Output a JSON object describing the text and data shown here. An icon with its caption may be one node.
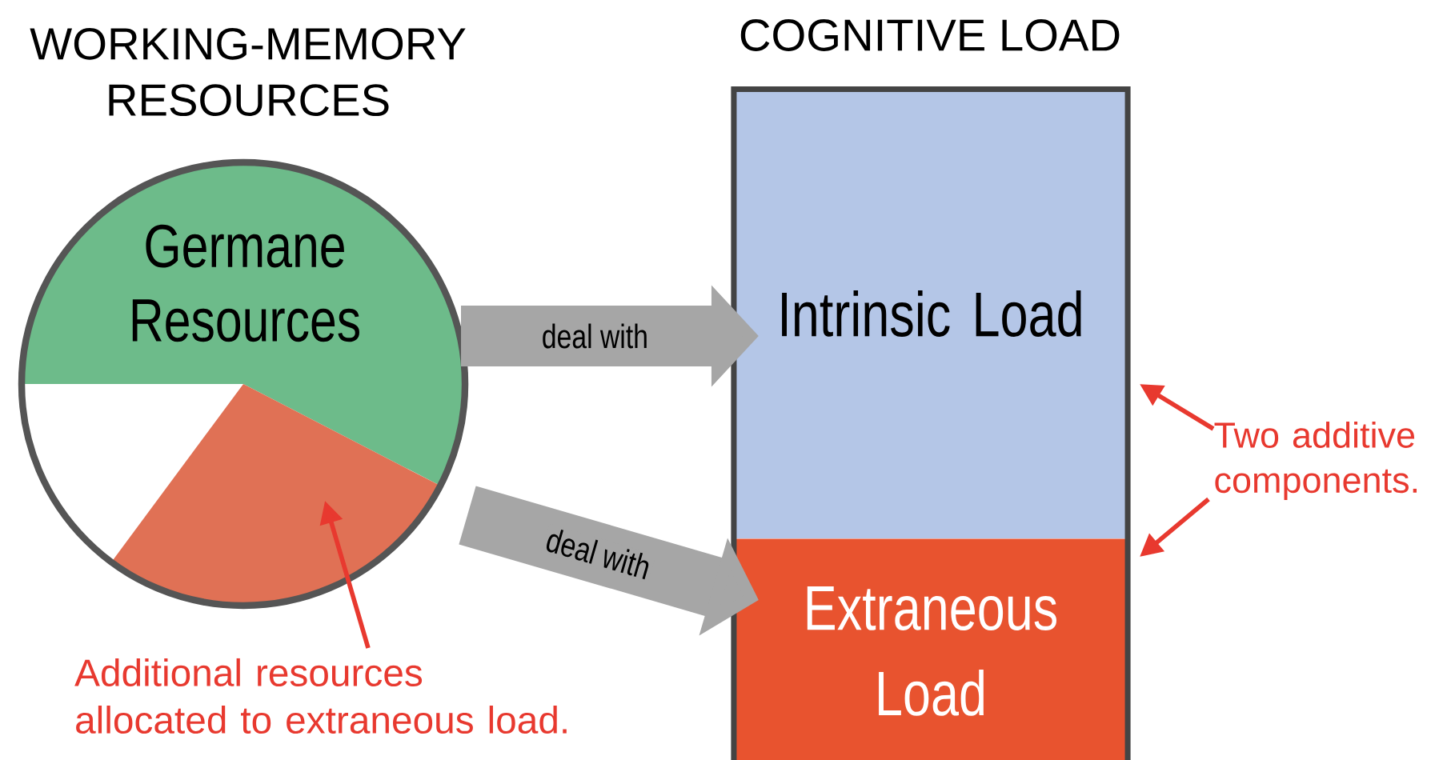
{
  "diagram": {
    "nodes": [
      {
        "text": [
          "WORKING-MEMORY RESOURCES"
        ]
      },
      {
        "text": [
          "Germane Resources"
        ],
        "in": 0
      },
      {
        "text": [],
        "shape": "wedge",
        "in": 0
      },
      {
        "text": [
          "COGNITIVE LOAD"
        ]
      },
      {
        "text": [
          "Intrinsic Load"
        ],
        "in": 3
      },
      {
        "text": [
          "Extraneous Load"
        ],
        "in": 3
      },
      {
        "text": [
          "Additional resources allocated to extraneous load."
        ]
      },
      {
        "text": [
          "Two additive components."
        ]
      }
    ],
    "edges": [
      {
        "from": 1,
        "to": 4,
        "arrow": "to",
        "label": "deal with",
        "style": "thick",
        "color": "#a6a6a6"
      },
      {
        "from": 2,
        "to": 5,
        "arrow": "to",
        "label": "deal with",
        "style": "thick",
        "color": "#a6a6a6"
      },
      {
        "from": 6,
        "to": 2,
        "arrow": "to"
      },
      {
        "from": 7,
        "to": 4,
        "arrow": "to"
      },
      {
        "from": 7,
        "to": 5,
        "arrow": "to"
      }
    ]
  }
}
